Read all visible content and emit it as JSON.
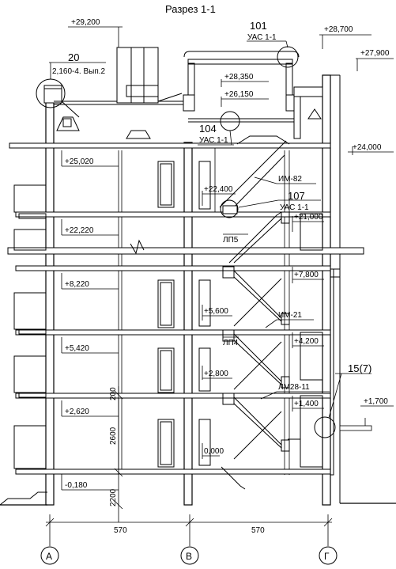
{
  "title": "Разрез 1-1",
  "callouts": [
    {
      "num": "20",
      "ref": "2,160-4. Вып.2"
    },
    {
      "num": "101",
      "ref": "УАС 1-1"
    },
    {
      "num": "104",
      "ref": "УАС 1-1"
    },
    {
      "num": "107",
      "ref": "УАС 1-1"
    },
    {
      "num": "15(7)",
      "ref": ""
    }
  ],
  "levels": {
    "top_parapet": "+29,200",
    "stair_roof": "+28,700",
    "right_parapet": "+27,900",
    "stair_top": "+28,350",
    "stair_landing": "+26,150",
    "roof_line": "+24,000",
    "floor_top": "+25,020",
    "landing_top": "+22,400",
    "floor_upper": "+22,220",
    "landing_21": "+21,000",
    "floor_3": "+8,220",
    "landing_78": "+7,800",
    "landing_56": "+5,600",
    "floor_2": "+5,420",
    "landing_42": "+4,200",
    "landing_28": "+2,800",
    "floor_1": "+2,620",
    "landing_14": "+1,400",
    "canopy": "+1,700",
    "zero": "0,000",
    "basement": "-0,180"
  },
  "elements": {
    "im82": "ИМ-82",
    "lp5": "ЛП5",
    "im21": "ИМ-21",
    "lp4": "ЛП4",
    "lm28": "ЛМ28-11"
  },
  "dims": {
    "h_slab": "200",
    "h_floor": "2600",
    "h_base": "2200",
    "span_left": "570",
    "span_right": "570"
  },
  "axes": [
    "А",
    "В",
    "Г"
  ]
}
